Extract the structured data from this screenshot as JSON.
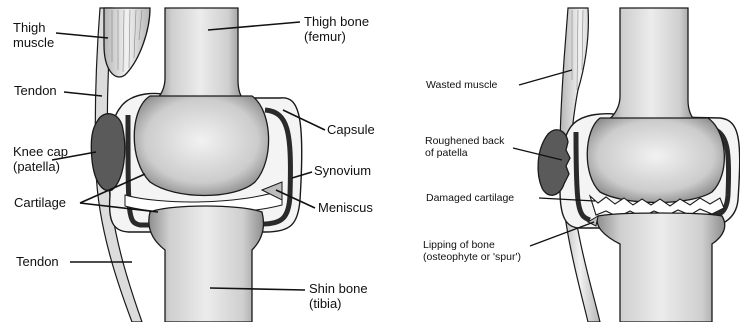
{
  "left_diagram": {
    "labels": {
      "thigh_muscle": "Thigh muscle",
      "tendon_upper": "Tendon",
      "knee_cap": "Knee cap (patella)",
      "cartilage": "Cartilage",
      "tendon_lower": "Tendon",
      "thigh_bone": "Thigh bone (femur)",
      "capsule": "Capsule",
      "synovium": "Synovium",
      "meniscus": "Meniscus",
      "shin_bone": "Shin bone (tibia)"
    }
  },
  "right_diagram": {
    "labels": {
      "wasted_muscle": "Wasted muscle",
      "roughened_patella": "Roughened back of patella",
      "damaged_cartilage": "Damaged cartilage",
      "lipping_of_bone": "Lipping of bone (osteophyte or 'spur')"
    }
  },
  "colors": {
    "bone_fill": "#dedede",
    "bone_shade": "#9a9a9a",
    "patella": "#5a5a5a",
    "outline": "#1a1a1a",
    "muscle": "#e6e6e6"
  }
}
